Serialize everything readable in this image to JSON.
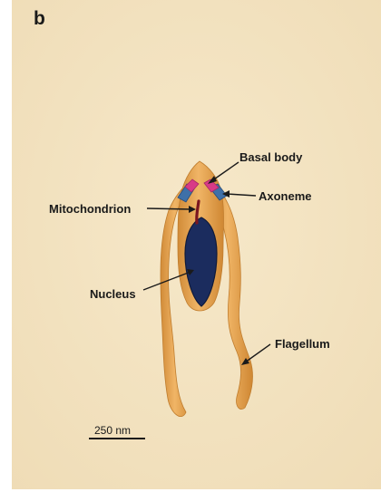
{
  "figure": {
    "panel_letter": "b",
    "colors": {
      "background": "#f3e4c4",
      "cell_body": "#e9a955",
      "cell_body_dark": "#d08a35",
      "nucleus": "#1a2b5c",
      "mitochondrion": "#7a1620",
      "basal_body": "#d93a86",
      "axoneme": "#3d6fa6",
      "label_text": "#1a1a1a"
    },
    "labels": {
      "basal_body": "Basal body",
      "axoneme": "Axoneme",
      "mitochondrion": "Mitochondrion",
      "nucleus": "Nucleus",
      "flagellum": "Flagellum"
    },
    "scale_bar": {
      "label": "250 nm"
    }
  }
}
